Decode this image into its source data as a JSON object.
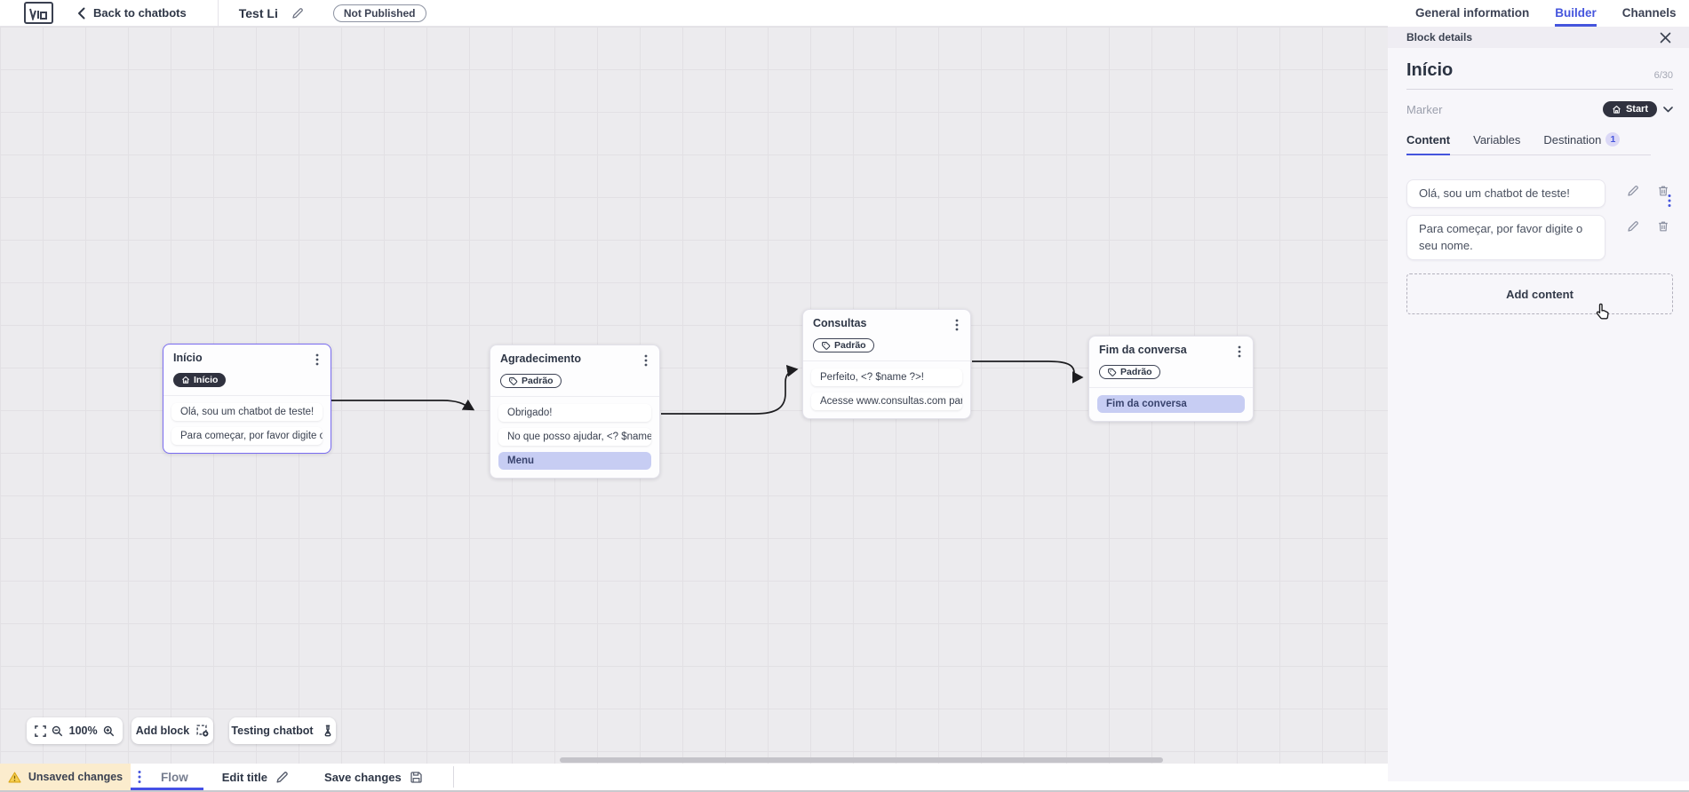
{
  "topbar": {
    "back_label": "Back to chatbots",
    "bot_title": "Test Li",
    "status_badge": "Not Published",
    "tabs": [
      {
        "label": "General information"
      },
      {
        "label": "Builder"
      },
      {
        "label": "Channels"
      }
    ]
  },
  "panel": {
    "header": "Block details",
    "block_name": "Início",
    "name_counter": "6/30",
    "marker_label": "Marker",
    "marker_value": "Start",
    "tabs": [
      {
        "label": "Content"
      },
      {
        "label": "Variables"
      },
      {
        "label": "Destination",
        "badge": "1"
      }
    ],
    "contents": [
      "Olá, sou um chatbot de teste!",
      "Para começar, por favor digite o seu nome."
    ],
    "add_content_label": "Add content"
  },
  "canvas": {
    "zoom_level": "100%",
    "add_block_label": "Add block",
    "testing_label": "Testing chatbot",
    "blocks": [
      {
        "title": "Início",
        "badge": "Início",
        "cards": [
          {
            "text": "Olá, sou um chatbot de teste!"
          },
          {
            "text": "Para começar, por favor digite o ..."
          }
        ]
      },
      {
        "title": "Agradecimento",
        "badge": "Padrão",
        "cards": [
          {
            "text": "Obrigado!"
          },
          {
            "text": "No que posso ajudar, <? $name ..."
          },
          {
            "text": "Menu"
          }
        ]
      },
      {
        "title": "Consultas",
        "badge": "Padrão",
        "cards": [
          {
            "text": "Perfeito, <? $name ?>!"
          },
          {
            "text": "Acesse www.consultas.com par..."
          }
        ]
      },
      {
        "title": "Fim da conversa",
        "badge": "Padrão",
        "cards": [
          {
            "text": "Fim da conversa"
          }
        ]
      }
    ]
  },
  "bottombar": {
    "unsaved_label": "Unsaved changes",
    "flow_tab": "Flow",
    "edit_title_label": "Edit title",
    "save_label": "Save changes"
  },
  "colors": {
    "accent": "#4555dd",
    "dark_pill": "#30323f",
    "purple_card": "#c7cdf3",
    "selected_border": "#7a6cf0",
    "warning_bg": "#fbeccd"
  }
}
